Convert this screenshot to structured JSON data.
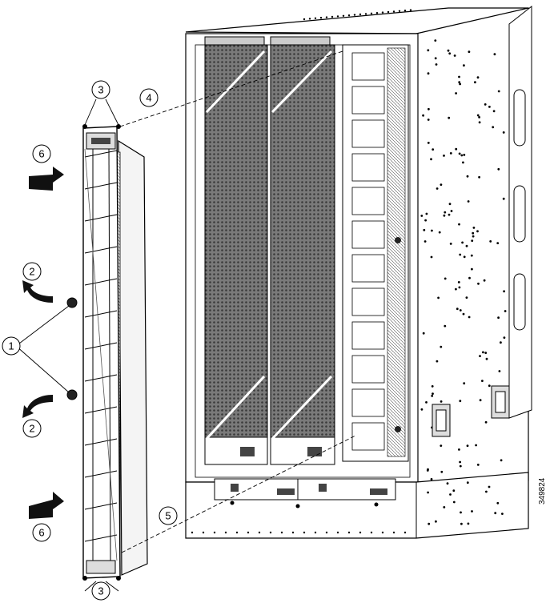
{
  "figure": {
    "id_label": "349824",
    "callouts": {
      "c1": "1",
      "c2_top": "2",
      "c2_bottom": "2",
      "c3_top": "3",
      "c3_bottom": "3",
      "c4": "4",
      "c5": "5",
      "c6_top": "6",
      "c6_bottom": "6"
    }
  }
}
